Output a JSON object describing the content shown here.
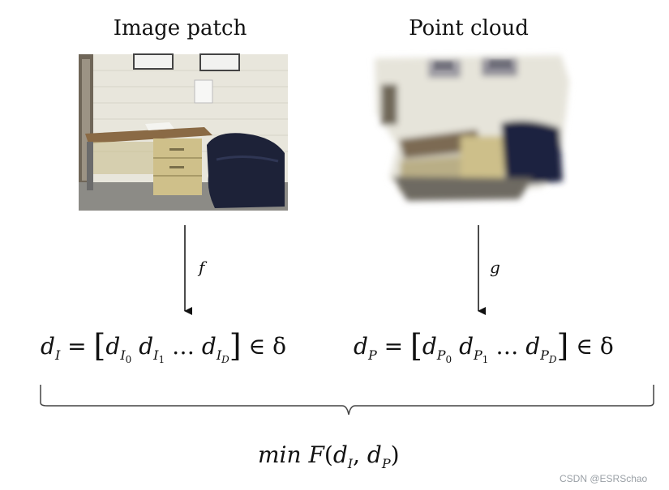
{
  "headings": {
    "left": "Image patch",
    "right": "Point cloud"
  },
  "mapping_labels": {
    "left": "f",
    "right": "g"
  },
  "formulas": {
    "left": {
      "lhs_var": "d",
      "lhs_sub": "I",
      "items": [
        {
          "var": "d",
          "sub": "I",
          "subsub": "0"
        },
        {
          "var": "d",
          "sub": "I",
          "subsub": "1"
        },
        {
          "var": "d",
          "sub": "I",
          "subsub": "D"
        }
      ],
      "ellipsis": "…",
      "equals": "=",
      "in_symbol": "∈ δ"
    },
    "right": {
      "lhs_var": "d",
      "lhs_sub": "P",
      "items": [
        {
          "var": "d",
          "sub": "P",
          "subsub": "0"
        },
        {
          "var": "d",
          "sub": "P",
          "subsub": "1"
        },
        {
          "var": "d",
          "sub": "P",
          "subsub": "D"
        }
      ],
      "ellipsis": "…",
      "equals": "=",
      "in_symbol": "∈ δ"
    }
  },
  "objective": {
    "min": "min",
    "func": "F",
    "open": "(",
    "arg1_var": "d",
    "arg1_sub": "I",
    "comma": ",",
    "arg2_var": "d",
    "arg2_sub": "P",
    "close": ")"
  },
  "watermark": "CSDN @ESRSchao",
  "colors": {
    "wall": "#e9e8e0",
    "desk_top": "#8a6a45",
    "desk_body": "#cfc08a",
    "chair": "#1d2238",
    "floor": "#8a8a86"
  }
}
